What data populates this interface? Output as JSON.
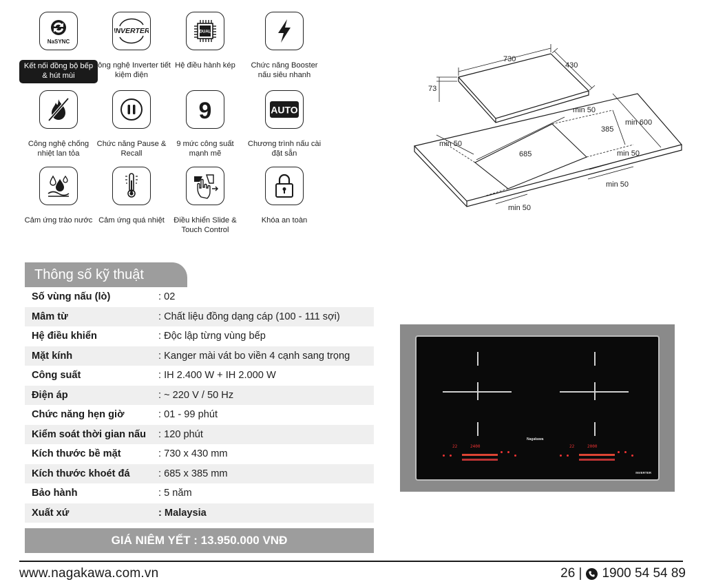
{
  "features": [
    {
      "icon": "nasync-icon",
      "icon_text": "NaSYNC",
      "label": "Kết nối đồng bộ bếp & hút mùi",
      "highlight": true
    },
    {
      "icon": "inverter-icon",
      "icon_text": "INVERTER",
      "label": "Công nghệ Inverter tiết kiệm điện"
    },
    {
      "icon": "dual-chip-icon",
      "icon_text": "DUAL",
      "label": "Hệ điều hành kép"
    },
    {
      "icon": "lightning-icon",
      "label": "Chức năng Booster nấu siêu nhanh"
    },
    {
      "icon": "no-fire-icon",
      "label": "Công nghệ chống nhiệt lan tỏa"
    },
    {
      "icon": "pause-icon",
      "label": "Chức năng Pause & Recall"
    },
    {
      "icon": "nine-levels-icon",
      "icon_text": "9",
      "label": "9 mức công suất mạnh mẽ"
    },
    {
      "icon": "auto-icon",
      "icon_text": "AUTO",
      "label": "Chương trình nấu cài đặt sẵn"
    },
    {
      "icon": "water-drops-icon",
      "label": "Cảm ứng trào nước"
    },
    {
      "icon": "thermometer-icon",
      "label": "Cảm ứng quá nhiệt"
    },
    {
      "icon": "touch-hand-icon",
      "label": "Điều khiển Slide & Touch Control"
    },
    {
      "icon": "lock-icon",
      "label": "Khóa an toàn"
    }
  ],
  "diagram": {
    "w": "730",
    "d": "430",
    "h": "73",
    "cut_w": "685",
    "cut_d": "385",
    "min50_a": "min 50",
    "min50_b": "min 50",
    "min50_c": "min 50",
    "min50_d": "min 50",
    "min50_e": "min 50",
    "min600": "min 600"
  },
  "spec": {
    "title": "Thông số kỹ thuật",
    "rows": [
      {
        "k": "Số vùng nấu (lò)",
        "v": ": 02"
      },
      {
        "k": "Mâm từ",
        "v": ": Chất liệu đồng dạng cáp (100 - 111 sợi)"
      },
      {
        "k": "Hệ điều khiển",
        "v": ": Độc lập từng vùng bếp"
      },
      {
        "k": "Mặt kính",
        "v": ": Kanger mài vát bo viền 4 cạnh sang trọng"
      },
      {
        "k": "Công suất",
        "v": ": IH 2.400 W + IH 2.000 W"
      },
      {
        "k": "Điện áp",
        "v": ": ~ 220 V / 50 Hz"
      },
      {
        "k": "Chức năng hẹn giờ",
        "v": ": 01 - 99 phút"
      },
      {
        "k": "Kiểm soát thời gian nấu",
        "v": ": 120 phút"
      },
      {
        "k": "Kích thước bề mặt",
        "v": ": 730 x 430 mm"
      },
      {
        "k": "Kích thước khoét đá",
        "v": ": 685 x 385 mm"
      },
      {
        "k": "Bảo hành",
        "v": ": 5 năm"
      },
      {
        "k": "Xuất xứ",
        "v": ": Malaysia"
      }
    ],
    "price": "GIÁ NIÊM YẾT : 13.950.000 VNĐ"
  },
  "product": {
    "brand": "Nagakawa",
    "badge": "INVERTER",
    "left_display": "2400",
    "right_display": "2000",
    "timer": "22"
  },
  "footer": {
    "url": "www.nagakawa.com.vn",
    "page": "26 |",
    "phone": "1900 54 54 89"
  }
}
